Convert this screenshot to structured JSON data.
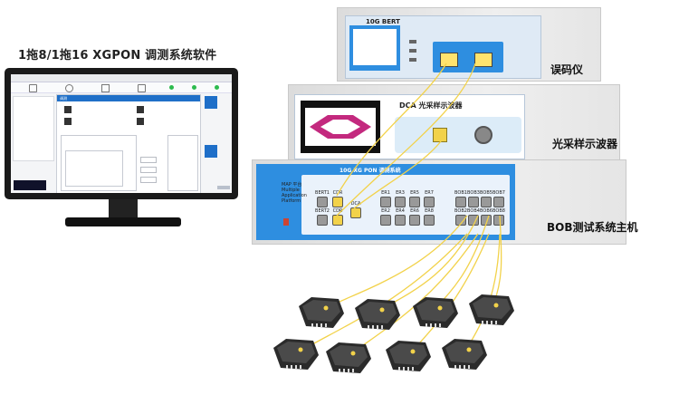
{
  "software": {
    "title": "1拖8/1拖16 XGPON 调测系统软件",
    "app_header_label": "调测"
  },
  "instruments": {
    "bert": {
      "panel_label": "10G BERT",
      "side_label": "误码仪"
    },
    "dca": {
      "panel_label": "DCA  光采样示波器",
      "side_label": "光采样示波器"
    },
    "bob": {
      "panel_label": "10G XG PON 调测系统",
      "side_label": "BOB测试系统主机",
      "platform_label": [
        "MAP 平台",
        "Multiple",
        "Application",
        "Platform"
      ],
      "left_ports_top": [
        "BERT1",
        "CDR"
      ],
      "left_ports_bottom": [
        "BERT2",
        "CDR"
      ],
      "dca_port": "DCA",
      "er_top": [
        "ER1",
        "ER3",
        "ER5",
        "ER7"
      ],
      "er_bottom": [
        "ER2",
        "ER4",
        "ER6",
        "ER8"
      ],
      "bob_top": [
        "BOB1",
        "BOB3",
        "BOB5",
        "BOB7"
      ],
      "bob_bottom": [
        "BOB2",
        "BOB4",
        "BOB6",
        "BOB8"
      ]
    }
  },
  "colors": {
    "instrument_blue": "#2e8ee0",
    "fiber_yellow": "#f2d24a",
    "onu_dark": "#2b2b2b"
  }
}
